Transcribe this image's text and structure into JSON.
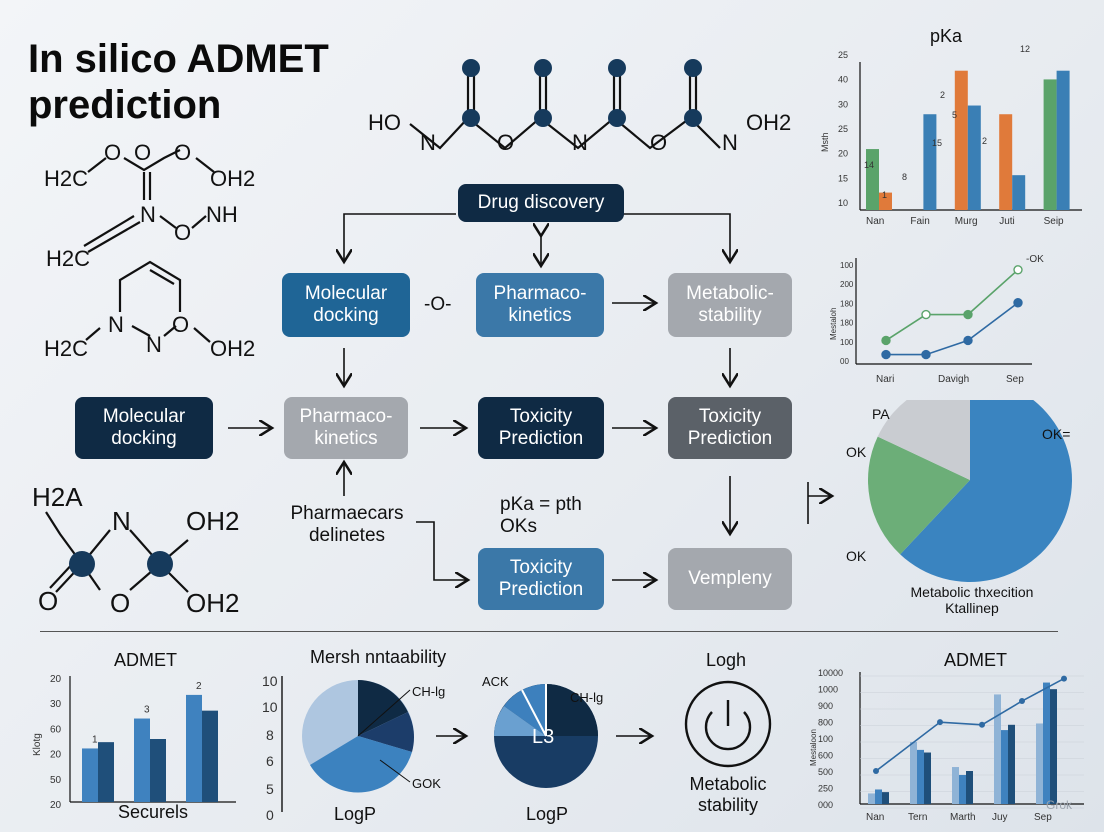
{
  "title": "In silico ADMET\nprediction",
  "molecules": {
    "top_chain": {
      "left": "HO",
      "left_n": "N",
      "o1": "O",
      "n_mid": "N",
      "o2": "O",
      "right_n": "N",
      "right": "OH2"
    },
    "m1": {
      "h2c": "H2C",
      "o1": "O",
      "o2": "O",
      "oh2": "OH2",
      "n": "N",
      "o3": "O",
      "nh": "NH",
      "h2c_b": "H2C"
    },
    "m2": {
      "n1": "N",
      "n2": "N",
      "o": "O",
      "oh2": "OH2",
      "h2c": "H2C"
    },
    "m3": {
      "h2a": "H2A",
      "n": "N",
      "oh2_a": "OH2",
      "o1": "O",
      "o2": "O",
      "oh2_b": "OH2"
    }
  },
  "flow": {
    "drug_discovery": "Drug discovery",
    "molecular_docking_top": "Molecular\ndocking",
    "link_o": "-O-",
    "pharmaco_top": "Pharmaco-\nkinetics",
    "metabolic_stability": "Metabolic-\nstability",
    "molecular_docking_left": "Molecular\ndocking",
    "pharmaco_mid": "Pharmaco-\nkinetics",
    "toxicity_mid": "Toxicity\nPrediction",
    "toxicity_right": "Toxicity\nPrediction",
    "pharmaecars": "Pharmaecars\ndelinetes",
    "pka_text": "pKa = pth\nOKs",
    "toxicity_bottom": "Toxicity\nPrediction",
    "vempleny": "Vempleny"
  },
  "charts": {
    "pka_bar": {
      "type": "bar",
      "title": "pKa",
      "ylabel": "Msth",
      "yticks": [
        "10",
        "15",
        "20",
        "25",
        "30",
        "40",
        "25"
      ],
      "categories": [
        "Nan",
        "Fain",
        "Murg",
        "Juti",
        "Seip"
      ],
      "series": [
        {
          "color": "#5aa36a",
          "values": [
            17,
            0,
            0,
            0,
            25
          ]
        },
        {
          "color": "#e07a3a",
          "values": [
            12,
            9,
            26,
            21,
            0
          ]
        },
        {
          "color": "#3a7fb5",
          "values": [
            0,
            21,
            22,
            14,
            26
          ]
        }
      ],
      "labels": [
        "14",
        "1",
        "8",
        "15",
        "2",
        "5",
        "2",
        "12"
      ],
      "ylim": [
        10,
        27
      ]
    },
    "line_chart": {
      "type": "line",
      "ylabel": "Mestaloh",
      "yticks": [
        "100",
        "200",
        "180",
        "180",
        "100",
        "00"
      ],
      "xticks": [
        "Nari",
        "Davigh",
        "Sep"
      ],
      "legend": "OK",
      "series": [
        {
          "color": "#5aa36a",
          "values": [
            40,
            62,
            62,
            100
          ]
        },
        {
          "color": "#2f6aa3",
          "values": [
            28,
            28,
            40,
            72
          ]
        }
      ],
      "ylim": [
        20,
        110
      ]
    },
    "pie_chart": {
      "type": "pie",
      "labels": [
        "PA",
        "OK",
        "OK=",
        "OK"
      ],
      "caption": "Metabolic thxecition\nKtallinep",
      "slices": [
        {
          "value": 62,
          "color": "#3a84c0"
        },
        {
          "value": 20,
          "color": "#6cae78"
        },
        {
          "value": 18,
          "color": "#c9ccd1"
        }
      ]
    },
    "admet_bar": {
      "type": "bar",
      "title": "ADMET",
      "ylabel": "Klotg",
      "yticks": [
        "20",
        "30",
        "60",
        "20",
        "50",
        "20"
      ],
      "xlabel": "Securels",
      "labels": [
        "1",
        "3",
        "2"
      ],
      "series": [
        {
          "color": "#3f82bf",
          "values": [
            54,
            73,
            88
          ]
        },
        {
          "color": "#1f4f7a",
          "values": [
            58,
            60,
            78
          ]
        }
      ],
      "ylim": [
        20,
        100
      ]
    },
    "mersh_pie": {
      "title": "Mersh nntaability",
      "yticks": [
        "10",
        "10",
        "8",
        "6",
        "5",
        "0"
      ],
      "labels": [
        "CH-lg",
        "GOK"
      ],
      "xlabel": "LogP"
    },
    "ack_pie": {
      "labels": [
        "ACK",
        "CH-lg"
      ],
      "center": "L3",
      "xlabel": "LogP"
    },
    "logh": {
      "title": "Logh",
      "caption": "Metabolic\nstability"
    },
    "admet_combo": {
      "type": "bar",
      "title": "ADMET",
      "ylabel": "Mestaloon",
      "yticks": [
        "10000",
        "1000",
        "900",
        "800",
        "100",
        "600",
        "500",
        "250",
        "000"
      ],
      "xticks": [
        "Nan",
        "Tern",
        "Marth",
        "Juy",
        "Sep"
      ],
      "ylim": [
        0,
        1000
      ],
      "bars": [
        {
          "color": "#8fb3d6",
          "values": [
            80,
            470,
            280,
            830,
            610
          ]
        },
        {
          "color": "#3f82bf",
          "values": [
            110,
            410,
            220,
            560,
            920
          ]
        },
        {
          "color": "#1f4f7a",
          "values": [
            90,
            390,
            250,
            600,
            870
          ]
        }
      ],
      "line": {
        "color": "#2f6aa3",
        "values": [
          250,
          620,
          600,
          780,
          950
        ]
      },
      "watermark": "Grok"
    }
  }
}
